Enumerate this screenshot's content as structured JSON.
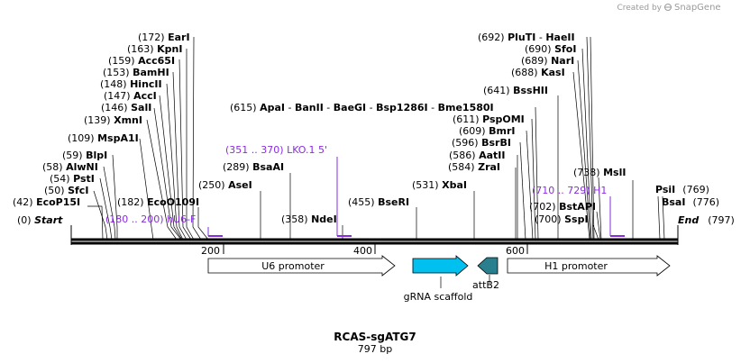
{
  "credit": {
    "text": "Created by",
    "brand": "SnapGene"
  },
  "plasmid": {
    "name": "RCAS-sgATG7",
    "length_label": "797 bp"
  },
  "ruler": {
    "ticks": [
      {
        "label": "200"
      },
      {
        "label": "400"
      },
      {
        "label": "600"
      }
    ]
  },
  "sites": [
    {
      "pos": "(0)",
      "name": "Start",
      "italic": true
    },
    {
      "pos": "(42)",
      "name": "EcoP15I"
    },
    {
      "pos": "(50)",
      "name": "SfcI"
    },
    {
      "pos": "(54)",
      "name": "PstI"
    },
    {
      "pos": "(58)",
      "name": "AlwNI"
    },
    {
      "pos": "(59)",
      "name": "BlpI"
    },
    {
      "pos": "(109)",
      "name": "MspA1I"
    },
    {
      "pos": "(139)",
      "name": "XmnI"
    },
    {
      "pos": "(146)",
      "name": "SalI"
    },
    {
      "pos": "(147)",
      "name": "AccI"
    },
    {
      "pos": "(148)",
      "name": "HincII"
    },
    {
      "pos": "(153)",
      "name": "BamHI"
    },
    {
      "pos": "(159)",
      "name": "Acc65I"
    },
    {
      "pos": "(163)",
      "name": "KpnI"
    },
    {
      "pos": "(172)",
      "name": "EarI"
    },
    {
      "pos": "(182)",
      "name": "EcoO109I"
    },
    {
      "pos": "(250)",
      "name": "AseI"
    },
    {
      "pos": "(289)",
      "name": "BsaAI"
    },
    {
      "pos": "(358)",
      "name": "NdeI"
    },
    {
      "pos": "(455)",
      "name": "BseRI"
    },
    {
      "pos": "(531)",
      "name": "XbaI"
    },
    {
      "pos": "(584)",
      "name": "ZraI"
    },
    {
      "pos": "(586)",
      "name": "AatII"
    },
    {
      "pos": "(596)",
      "name": "BsrBI"
    },
    {
      "pos": "(609)",
      "name": "BmrI"
    },
    {
      "pos": "(611)",
      "name": "PspOMI"
    },
    {
      "pos": "(615)",
      "name": "ApaI",
      "extra": [
        "BanII",
        "BaeGI",
        "Bsp1286I",
        "Bme1580I"
      ]
    },
    {
      "pos": "(641)",
      "name": "BssHII"
    },
    {
      "pos": "(688)",
      "name": "KasI"
    },
    {
      "pos": "(689)",
      "name": "NarI"
    },
    {
      "pos": "(690)",
      "name": "SfoI"
    },
    {
      "pos": "(692)",
      "name": "PluTI",
      "extra": [
        "HaeII"
      ]
    },
    {
      "pos": "(700)",
      "name": "SspI"
    },
    {
      "pos": "(702)",
      "name": "BstAPI"
    },
    {
      "pos": "(738)",
      "name": "MslI"
    },
    {
      "pos": "(769)",
      "name": "PsiI"
    },
    {
      "pos": "(776)",
      "name": "BsaI"
    },
    {
      "pos": "(797)",
      "name": "End",
      "italic": true
    }
  ],
  "primers": [
    {
      "range": "(180 .. 200)",
      "name": "hU6-F"
    },
    {
      "range": "(351 .. 370)",
      "name": "LKO.1 5'"
    },
    {
      "range": "(710 .. 729)",
      "name": "H1"
    }
  ],
  "features": [
    {
      "name": "U6 promoter"
    },
    {
      "name": "gRNA scaffold"
    },
    {
      "name": "attB2"
    },
    {
      "name": "H1 promoter"
    }
  ],
  "colors": {
    "primer": "#8a2be2",
    "scaffold": "#00c0f0",
    "attB2": "#2a7f8f",
    "line": "#000000"
  }
}
